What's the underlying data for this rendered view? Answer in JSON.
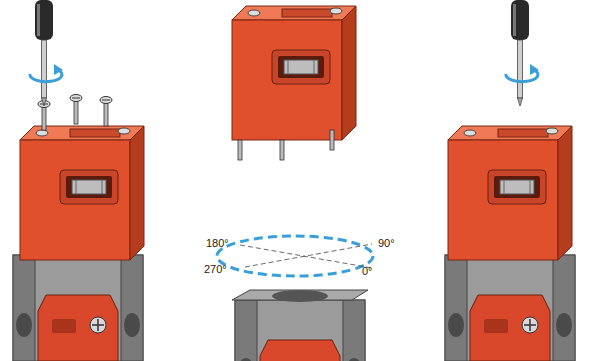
{
  "diagram": {
    "labels": [
      "180°",
      "90°",
      "270°",
      "0°"
    ]
  }
}
